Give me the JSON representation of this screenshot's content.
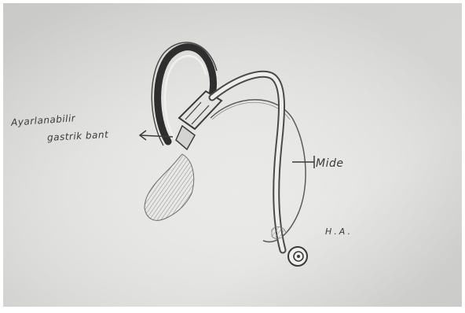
{
  "diagram": {
    "labels": {
      "band_line1": "Ayarlanabilir",
      "band_line2": "gastrik bant",
      "stomach": "Mide",
      "ha": "H.A."
    }
  }
}
